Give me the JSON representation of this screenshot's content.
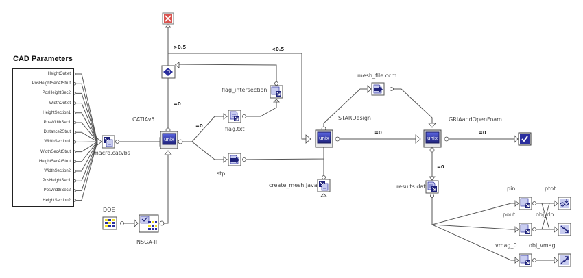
{
  "cad_parameters": {
    "title": "CAD Parameters",
    "items": [
      "HeightOutlet",
      "PosHeightSecAtStrut",
      "PosHeightSec2",
      "WidthOutlet",
      "HeightSection1",
      "PosWidthSec1",
      "Distance2Strut",
      "WidthSection1",
      "WidthSecAtStrut",
      "HeightSecAtStrut",
      "WidthSection2",
      "PosHeightSec1",
      "PosWidthSec2",
      "HeightSection2"
    ]
  },
  "nodes": {
    "macro": "macro.catvbs",
    "catia": "CATIAv5",
    "doe": "DOE",
    "nsga": "NSGA-II",
    "flag_intersection": "flag_intersection",
    "flag_txt": "flag.txt",
    "stp": "stp",
    "create_mesh": "create_mesh.java",
    "star": "STARDesign",
    "mesh_file": "mesh_file.ccm",
    "gria": "GRIAandOpenFoam",
    "results": "results.dat",
    "pin": "pin",
    "pout": "pout",
    "vmag": "vmag_0",
    "ptot": "ptot",
    "obj_dp": "obj_dp",
    "obj_vmag": "obj_vmag"
  },
  "conditions": {
    "gt05": ">0.5",
    "lt05": "<0.5",
    "eq0_a": "=0",
    "eq0_b": "=0",
    "eq0_c": "=0",
    "eq0_d": "=0",
    "eq0_e": "=0"
  },
  "icons": {
    "unix_text": "unix"
  },
  "colors": {
    "node_blue": "#2b2f9e",
    "node_light": "#c8ccf0",
    "error_red": "#d9534f",
    "yellow": "#f0e020"
  }
}
